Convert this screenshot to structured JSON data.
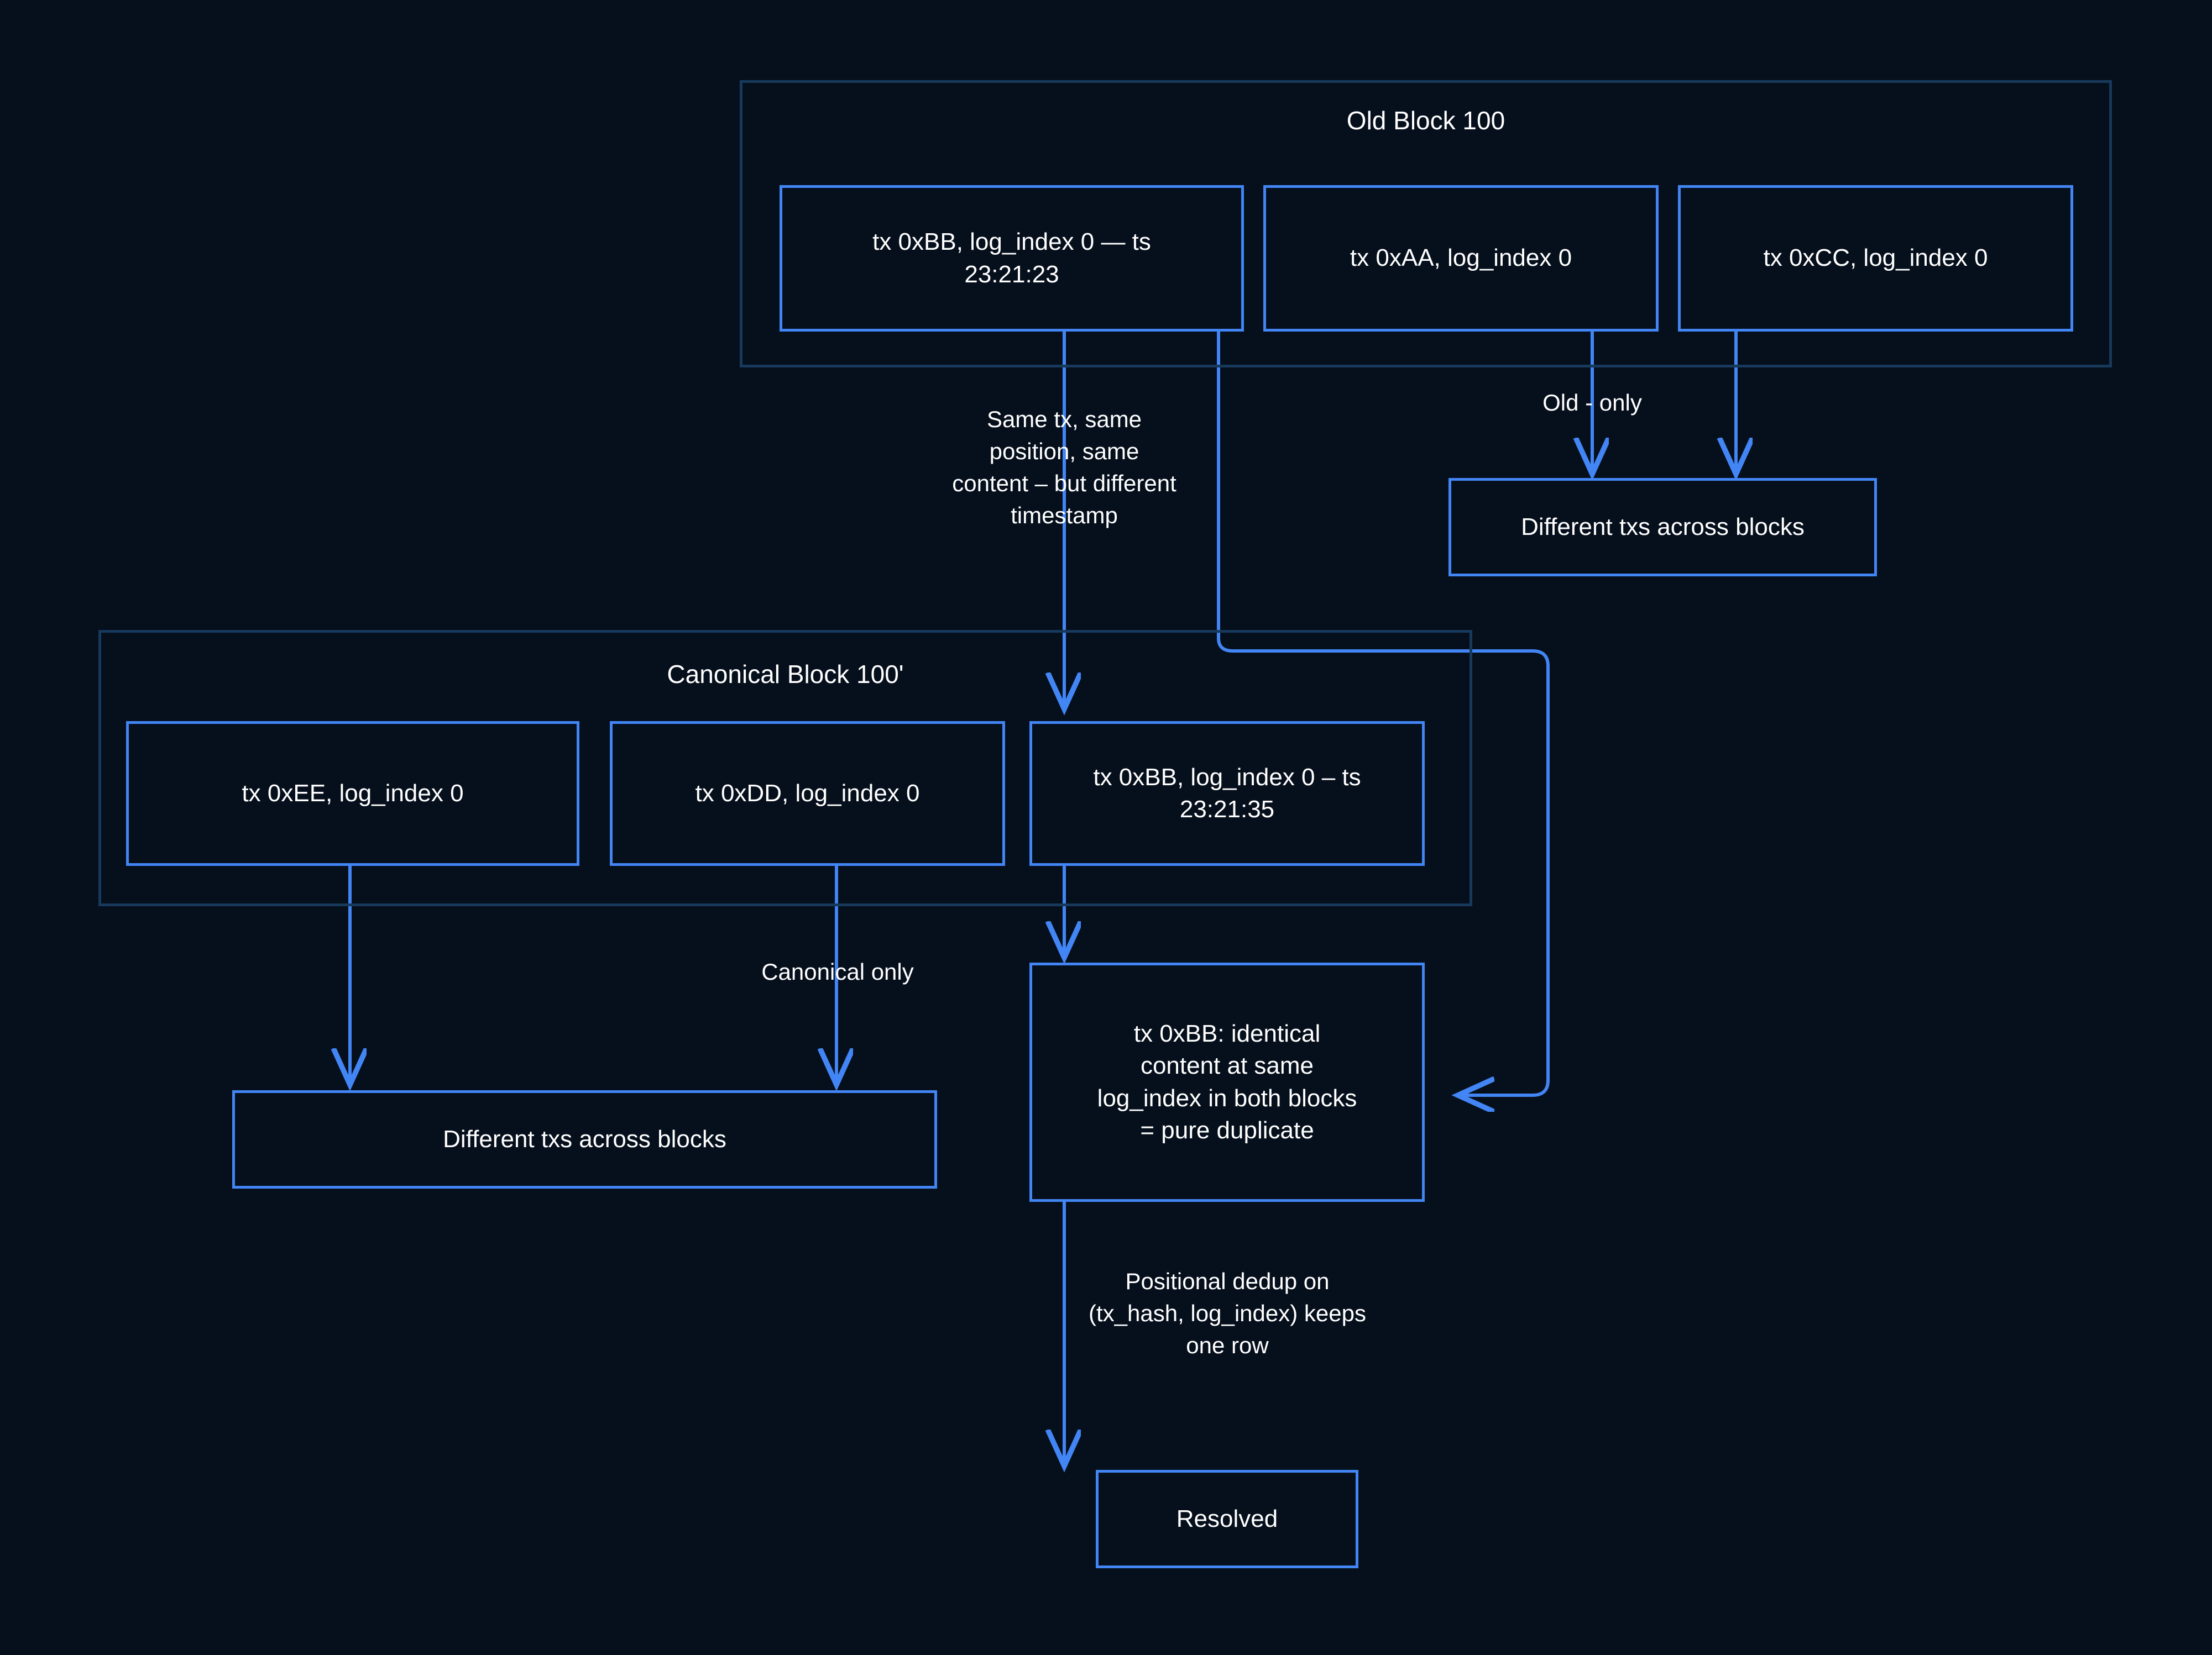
{
  "diagram": {
    "title": "Reorg duplicate resolution flow",
    "background_color": "#060f1c",
    "node_border_color": "#4285f4",
    "group_border_color": "#17395c",
    "text_color": "#ffffff",
    "groups": [
      {
        "id": "old-block",
        "label": "Old Block 100"
      },
      {
        "id": "canonical-block",
        "label": "Canonical Block 100'"
      }
    ],
    "nodes": [
      {
        "id": "old-bb",
        "label": "tx 0xBB, log_index 0 — ts\n23:21:23"
      },
      {
        "id": "old-aa",
        "label": "tx 0xAA, log_index 0"
      },
      {
        "id": "old-cc",
        "label": "tx 0xCC, log_index 0"
      },
      {
        "id": "diff-right",
        "label": "Different txs across blocks"
      },
      {
        "id": "canon-ee",
        "label": "tx 0xEE, log_index 0"
      },
      {
        "id": "canon-dd",
        "label": "tx 0xDD, log_index 0"
      },
      {
        "id": "canon-bb",
        "label": "tx 0xBB, log_index 0 – ts\n23:21:35"
      },
      {
        "id": "diff-left",
        "label": "Different txs across blocks"
      },
      {
        "id": "duplicate",
        "label": "tx 0xBB: identical\ncontent at same\nlog_index in both blocks\n= pure duplicate"
      },
      {
        "id": "resolved",
        "label": "Resolved"
      }
    ],
    "edge_labels": [
      {
        "id": "same-tx",
        "text": "Same tx, same\nposition, same\ncontent – but different\ntimestamp"
      },
      {
        "id": "old-only",
        "text": "Old - only"
      },
      {
        "id": "canonical-only",
        "text": "Canonical only"
      },
      {
        "id": "positional-dedup",
        "text": "Positional dedup on\n(tx_hash, log_index) keeps\none row"
      }
    ]
  }
}
